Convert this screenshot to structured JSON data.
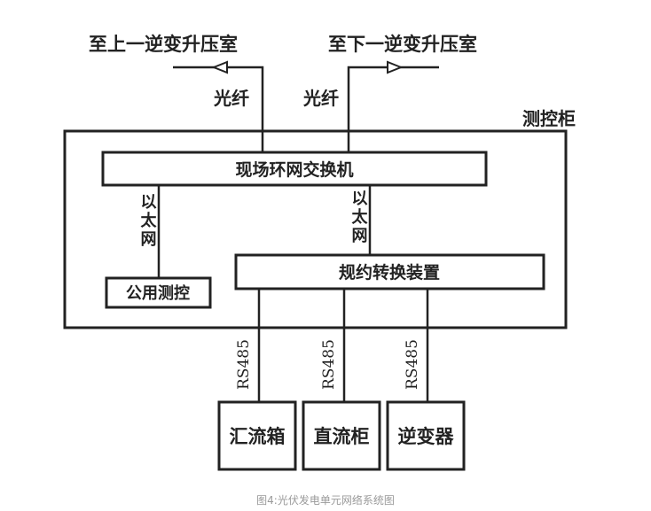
{
  "diagram": {
    "top_left_target": "至上一逆变升压室",
    "top_right_target": "至下一逆变升压室",
    "fiber_left": "光纤",
    "fiber_right": "光纤",
    "cabinet": "测控柜",
    "switch": "现场环网交换机",
    "ethernet_left": "以太网",
    "ethernet_right": "以太网",
    "public_control": "公用测控",
    "protocol_converter": "规约转换装置",
    "rs485": [
      "RS485",
      "RS485",
      "RS485"
    ],
    "devices": [
      "汇流箱",
      "直流柜",
      "逆变器"
    ]
  },
  "caption": "图4:光伏发电单元网络系统图",
  "colors": {
    "line": "#222222",
    "caption": "#9a9a9a",
    "background": "#ffffff"
  }
}
